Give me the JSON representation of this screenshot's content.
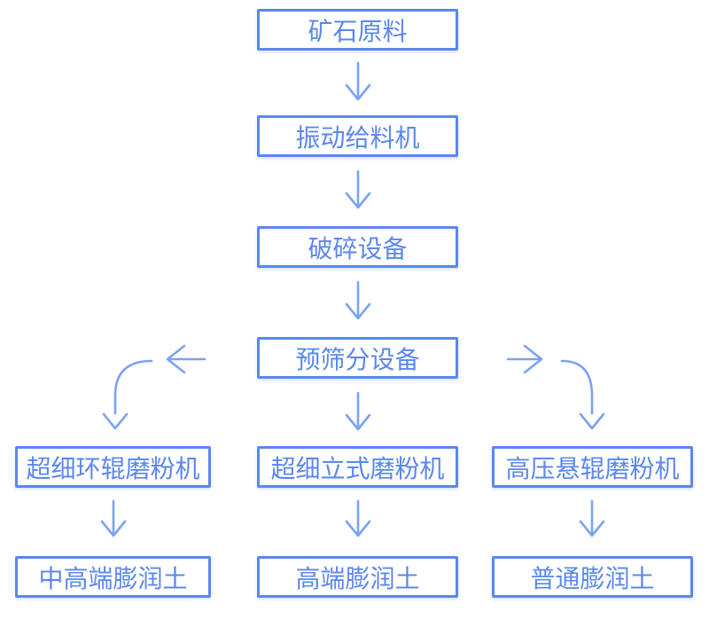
{
  "colors": {
    "accent": "#5b87ee",
    "arrow": "#7aa3f3",
    "bg": "#ffffff"
  },
  "flowchart": {
    "nodes": [
      {
        "id": "ore",
        "label": "矿石原料"
      },
      {
        "id": "vibrating-feeder",
        "label": "振动给料机"
      },
      {
        "id": "crushing-equipment",
        "label": "破碎设备"
      },
      {
        "id": "pre-screening-equipment",
        "label": "预筛分设备"
      },
      {
        "id": "ultrafine-ring-roller-mill",
        "label": "超细环辊磨粉机"
      },
      {
        "id": "ultrafine-vertical-mill",
        "label": "超细立式磨粉机"
      },
      {
        "id": "high-pressure-suspension-mill",
        "label": "高压悬辊磨粉机"
      },
      {
        "id": "mid-high-end-bentonite",
        "label": "中高端膨润土"
      },
      {
        "id": "high-end-bentonite",
        "label": "高端膨润土"
      },
      {
        "id": "ordinary-bentonite",
        "label": "普通膨润土"
      }
    ],
    "edges": [
      {
        "from": "ore",
        "to": "vibrating-feeder"
      },
      {
        "from": "vibrating-feeder",
        "to": "crushing-equipment"
      },
      {
        "from": "crushing-equipment",
        "to": "pre-screening-equipment"
      },
      {
        "from": "pre-screening-equipment",
        "to": "ultrafine-ring-roller-mill"
      },
      {
        "from": "pre-screening-equipment",
        "to": "ultrafine-vertical-mill"
      },
      {
        "from": "pre-screening-equipment",
        "to": "high-pressure-suspension-mill"
      },
      {
        "from": "ultrafine-ring-roller-mill",
        "to": "mid-high-end-bentonite"
      },
      {
        "from": "ultrafine-vertical-mill",
        "to": "high-end-bentonite"
      },
      {
        "from": "high-pressure-suspension-mill",
        "to": "ordinary-bentonite"
      }
    ]
  }
}
